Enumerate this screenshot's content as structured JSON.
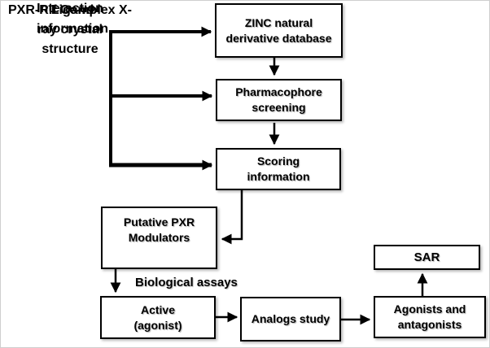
{
  "labels": {
    "crystal_structure": "PXR-Rif Complex X-\nray crystal\nstructure",
    "interaction": "Interaction",
    "ligand_information": "Ligand\ninformation",
    "biological_assays": "Biological assays"
  },
  "boxes": {
    "zinc": "ZINC natural\nderivative database",
    "pharmacophore": "Pharmacophore\nscreening",
    "scoring": "Scoring\ninformation",
    "putative": "Putative PXR\nModulators",
    "active": "Active\n(agonist)",
    "analogs": "Analogs study",
    "agonists": "Agonists and\nantagonists",
    "sar": "SAR"
  },
  "colors": {
    "line": "#000000",
    "box_border": "#000000",
    "background": "#ffffff",
    "text": "#000000"
  }
}
